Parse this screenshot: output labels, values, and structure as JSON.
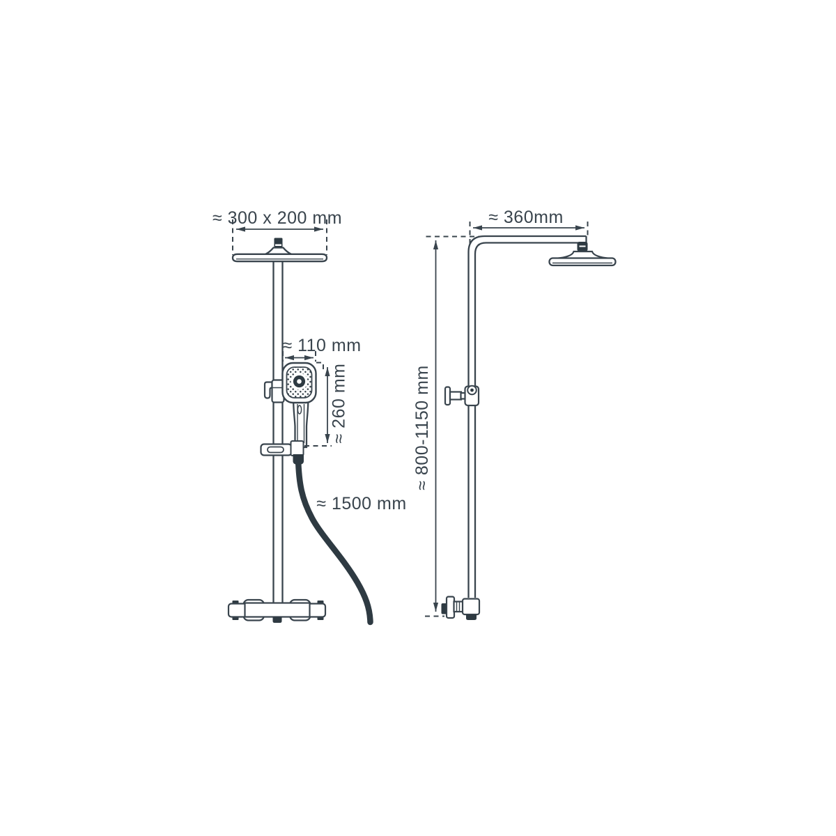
{
  "diagram": {
    "dimensions": {
      "overhead_shower_size": "≈ 300 x 200 mm",
      "arm_length": "≈ 360mm",
      "hand_shower_width": "≈ 110 mm",
      "hand_shower_length": "≈ 260 mm",
      "hose_length": "≈ 1500 mm",
      "bar_height_range": "≈ 800-1150 mm"
    },
    "colors": {
      "line": "#39444D",
      "dark_fill": "#2E3A42",
      "background": "#FFFFFF"
    }
  }
}
